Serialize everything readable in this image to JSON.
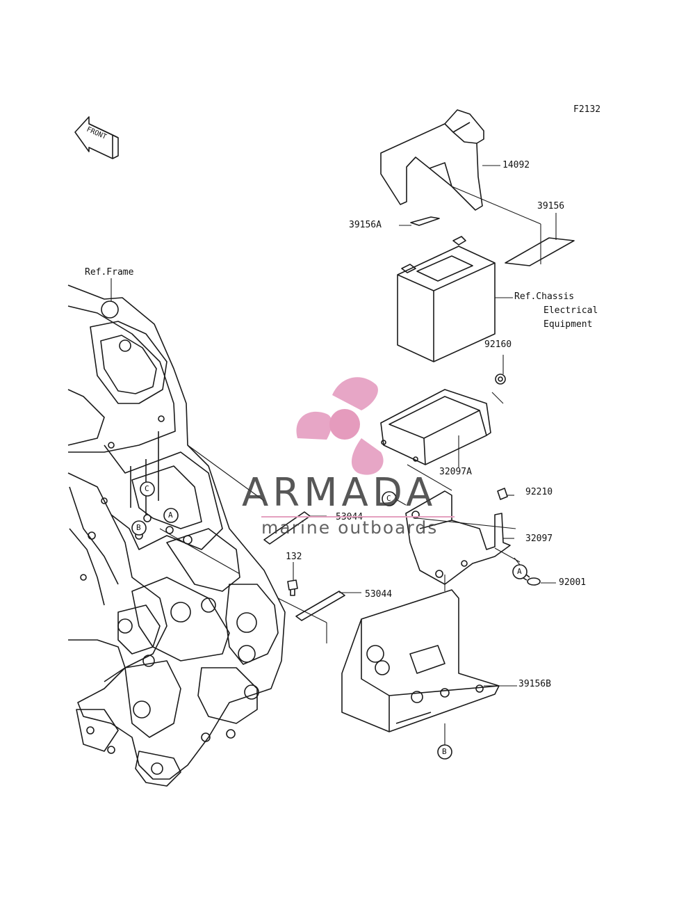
{
  "diagram": {
    "code": "F2132",
    "front_label": "FRONT",
    "ref_frame": "Ref.Frame",
    "ref_chassis_lines": [
      "Ref.Chassis",
      "Electrical",
      "Equipment"
    ],
    "parts": {
      "p14092": "14092",
      "p39156": "39156",
      "p39156A": "39156A",
      "p92160": "92160",
      "p32097A": "32097A",
      "p92210": "92210",
      "p32097": "32097",
      "p92001": "92001",
      "p53044_upper": "53044",
      "p53044_lower": "53044",
      "p132": "132",
      "p39156B": "39156B"
    },
    "markers": {
      "A": "A",
      "B": "B",
      "C": "C"
    }
  },
  "watermark": {
    "title": "ARMADA",
    "subtitle": "marine outboards",
    "logo_color": "#e7a6c6",
    "logo_hub_color": "#e59bbd",
    "line_color": "#e4a0bf"
  }
}
